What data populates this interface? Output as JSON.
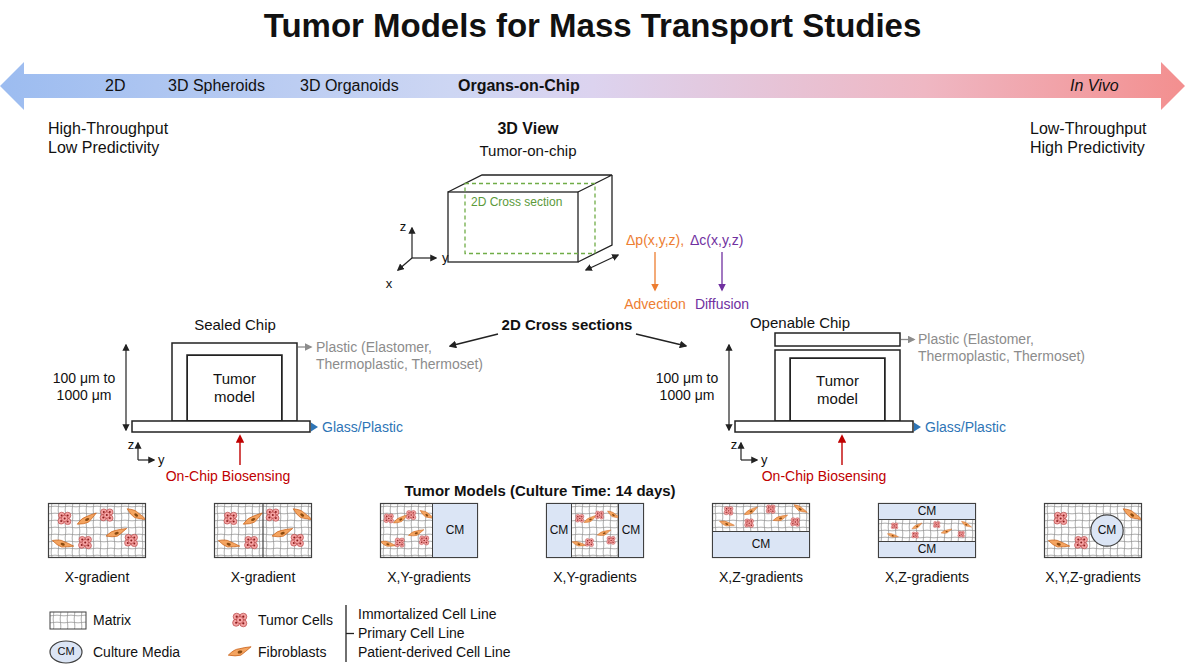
{
  "diagram": {
    "title": "Tumor Models for Mass Transport Studies",
    "nodes": [
      {
        "text": [
          "2D",
          "3D Spheroids",
          "3D Organoids",
          "Organs-on-Chip",
          "In Vivo"
        ]
      },
      {
        "text": [
          "Tumor model"
        ]
      },
      {
        "text": [
          "Tumor model"
        ]
      },
      {
        "text": [
          "X-gradient"
        ]
      },
      {
        "text": [
          "X-gradient"
        ]
      },
      {
        "text": [
          "X,Y-gradients"
        ]
      },
      {
        "text": [
          "CM"
        ],
        "in": 5
      },
      {
        "text": [
          "X,Y-gradients"
        ]
      },
      {
        "text": [
          "CM"
        ],
        "in": 7
      },
      {
        "text": [
          "CM"
        ],
        "in": 7
      },
      {
        "text": [
          "X,Z-gradients"
        ]
      },
      {
        "text": [
          "CM"
        ],
        "in": 10
      },
      {
        "text": [
          "X,Z-gradients"
        ]
      },
      {
        "text": [
          "CM"
        ],
        "in": 12
      },
      {
        "text": [
          "CM"
        ],
        "in": 12
      },
      {
        "text": [
          "X,Y,Z-gradients"
        ]
      },
      {
        "text": [
          "CM"
        ],
        "in": 15
      }
    ],
    "labels": [
      "High-Throughput Low Predictivity",
      "3D View",
      "Tumor-on-chip",
      "Low-Throughput High Predictivity",
      "2D Cross section",
      "z",
      "y",
      "x",
      "Δp(x,y,z),",
      "Δc(x,y,z)",
      "Advection",
      "Diffusion",
      "Sealed Chip",
      "2D Cross sections",
      "Openable Chip",
      "Plastic (Elastomer, Thermoplastic, Thermoset)",
      "Plastic (Elastomer, Thermoplastic, Thermoset)",
      "100 μm to 1000 μm",
      "100 μm to 1000 μm",
      "z",
      "y",
      "Glass/Plastic",
      "z",
      "y",
      "Glass/Plastic",
      "On-Chip Biosensing",
      "On-Chip Biosensing",
      "Tumor Models (Culture Time: 14 days)",
      "CM",
      "Immortalized Cell Line",
      "Primary Cell Line",
      "Patient-derived Cell Line"
    ],
    "legend": [
      {
        "text": "Matrix"
      },
      {
        "text": "Culture Media"
      },
      {
        "text": "Tumor Cells"
      },
      {
        "text": "Fibroblasts"
      }
    ]
  }
}
